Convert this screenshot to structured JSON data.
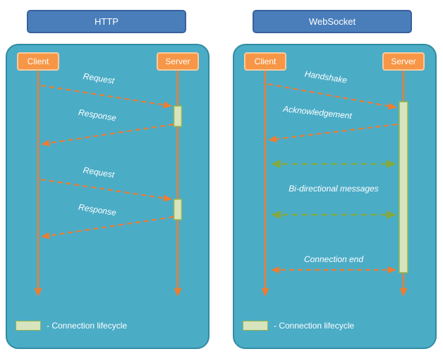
{
  "colors": {
    "panel_bg": "#4BACC6",
    "panel_border": "#2F8CA3",
    "title_bg": "#4A7EBB",
    "title_border": "#38609C",
    "actor_bg": "#F79646",
    "actor_border": "#FBCB9B",
    "arrow_orange": "#ED7D31",
    "arrow_green": "#82A93F",
    "lifecycle_fill": "#D7E4BD",
    "lifecycle_border": "#94B64E",
    "text": "#FFFFFF"
  },
  "left": {
    "title": "HTTP",
    "client": "Client",
    "server": "Server",
    "messages": [
      "Request",
      "Response",
      "Request",
      "Response"
    ],
    "legend": "- Connection lifecycle"
  },
  "right": {
    "title": "WebSocket",
    "client": "Client",
    "server": "Server",
    "messages": [
      "Handshake",
      "Acknowledgement",
      "Bi-directional messages",
      "Connection end"
    ],
    "legend": "- Connection lifecycle"
  }
}
